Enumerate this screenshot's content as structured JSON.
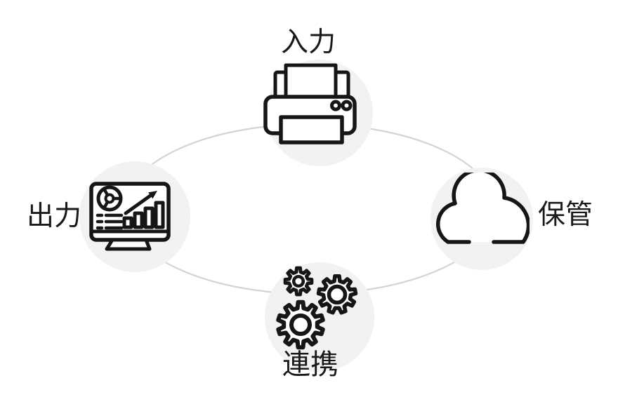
{
  "diagram": {
    "title_implicit": "document workflow cycle",
    "nodes": [
      {
        "id": "input",
        "label": "入力",
        "icon": "printer-icon",
        "position": "top"
      },
      {
        "id": "storage",
        "label": "保管",
        "icon": "cloud-icon",
        "position": "right"
      },
      {
        "id": "linkage",
        "label": "連携",
        "icon": "gears-icon",
        "position": "bottom"
      },
      {
        "id": "output",
        "label": "出力",
        "icon": "monitor-chart-icon",
        "position": "left"
      }
    ]
  },
  "colors": {
    "bg": "#ffffff",
    "circle_bg": "#f2f2f2",
    "ring": "#d4d4d4",
    "stroke": "#161616",
    "text": "#1a1a1a"
  }
}
